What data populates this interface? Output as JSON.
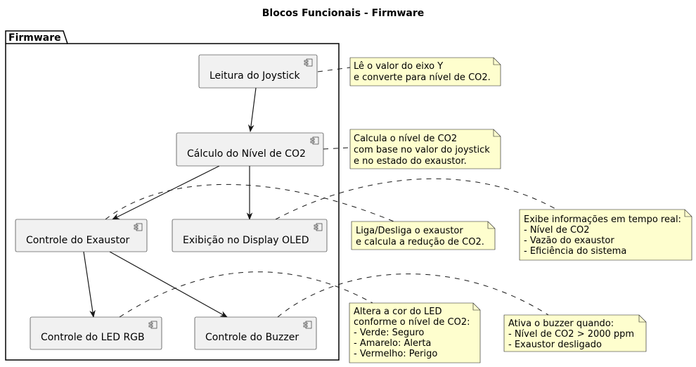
{
  "title": "Blocos Funcionais - Firmware",
  "package_label": "Firmware",
  "components": {
    "joystick": "Leitura do Joystick",
    "co2": "Cálculo do Nível de CO2",
    "exaustor": "Controle do Exaustor",
    "display": "Exibição no Display OLED",
    "led": "Controle do LED RGB",
    "buzzer": "Controle do Buzzer"
  },
  "notes": {
    "joystick": [
      "Lê o valor do eixo Y",
      "e converte para nível de CO2."
    ],
    "co2": [
      "Calcula o nível de CO2",
      "com base no valor do joystick",
      "e no estado do exaustor."
    ],
    "exaustor": [
      "Liga/Desliga o exaustor",
      "e calcula a redução de CO2."
    ],
    "display": [
      "Exibe informações em tempo real:",
      "- Nível de CO2",
      "- Vazão do exaustor",
      "- Eficiência do sistema"
    ],
    "led": [
      "Altera a cor do LED",
      "conforme o nível de CO2:",
      "- Verde: Seguro",
      "- Amarelo: Alerta",
      "- Vermelho: Perigo"
    ],
    "buzzer": [
      "Ativa o buzzer quando:",
      "- Nível de CO2 > 2000 ppm",
      "- Exaustor desligado"
    ]
  },
  "colors": {
    "component_fill": "#f1f1f1",
    "note_fill": "#fefece",
    "stroke": "#181818"
  }
}
